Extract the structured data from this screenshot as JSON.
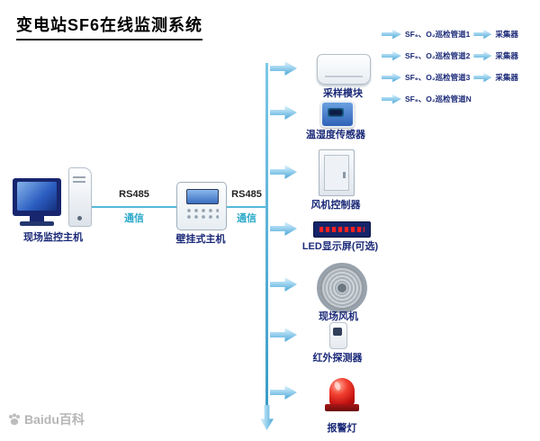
{
  "page": {
    "title": "变电站SF6在线监测系统"
  },
  "hosts": {
    "monitor_host": "现场监控主机",
    "wall_host": "壁挂式主机"
  },
  "links": [
    {
      "protocol": "RS485",
      "caption": "通信"
    },
    {
      "protocol": "RS485",
      "caption": "通信"
    }
  ],
  "devices": [
    {
      "label": "采样模块"
    },
    {
      "label": "温湿度传感器"
    },
    {
      "label": "风机控制器"
    },
    {
      "label": "LED显示屏(可选)"
    },
    {
      "label": "现场风机"
    },
    {
      "label": "红外探测器"
    },
    {
      "label": "报警灯"
    }
  ],
  "channels": [
    {
      "pipe": "SF₆、O₂巡检管道1",
      "collector": "采集器"
    },
    {
      "pipe": "SF₆、O₂巡检管道2",
      "collector": "采集器"
    },
    {
      "pipe": "SF₆、O₂巡检管道3",
      "collector": "采集器"
    },
    {
      "pipe": "SF₆、O₂巡检管道N",
      "collector": ""
    }
  ],
  "watermark": "Baidu百科",
  "colors": {
    "label_navy": "#1b2a78",
    "link_teal": "#28a8c8",
    "backbone": "#3a9cc8",
    "alarm_red": "#e01b1b"
  }
}
